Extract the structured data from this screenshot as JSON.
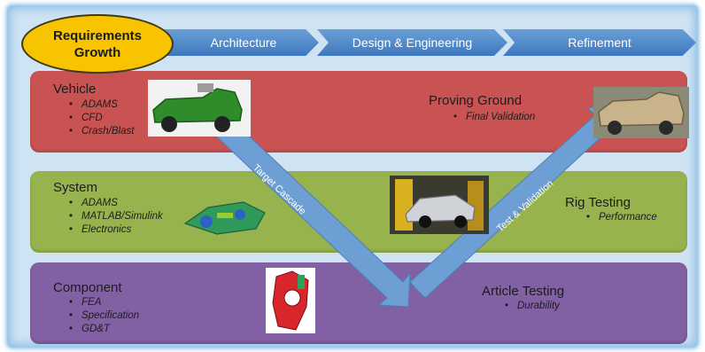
{
  "header": {
    "badge_line1": "Requirements",
    "badge_line2": "Growth",
    "stages": [
      "Architecture",
      "Design & Engineering",
      "Refinement"
    ]
  },
  "levels": {
    "vehicle": {
      "title": "Vehicle",
      "items": [
        "ADAMS",
        "CFD",
        "Crash/Blast"
      ]
    },
    "system": {
      "title": "System",
      "items": [
        "ADAMS",
        "MATLAB/Simulink",
        "Electronics"
      ]
    },
    "component": {
      "title": "Component",
      "items": [
        "FEA",
        "Specification",
        "GD&T"
      ]
    }
  },
  "tests": {
    "proving_ground": {
      "title": "Proving Ground",
      "items": [
        "Final Validation"
      ]
    },
    "rig_testing": {
      "title": "Rig Testing",
      "items": [
        "Performance"
      ]
    },
    "article_testing": {
      "title": "Article Testing",
      "items": [
        "Durability"
      ]
    }
  },
  "arrows": {
    "down_label": "Target Cascade",
    "up_label": "Test & Validation"
  },
  "colors": {
    "vehicle_band": "#c85352",
    "system_band": "#96b34d",
    "component_band": "#8160a3",
    "header_arrow": "#4a86c8",
    "badge": "#f8c400",
    "v_arrow": "#6d9fd5"
  },
  "images": {
    "vehicle_left": "green-military-vehicle-icon",
    "vehicle_right": "tan-military-vehicle-icon",
    "system": "green-suspension-assembly-icon",
    "rig": "rig-test-vehicle-photo",
    "component": "red-component-fea-icon"
  }
}
